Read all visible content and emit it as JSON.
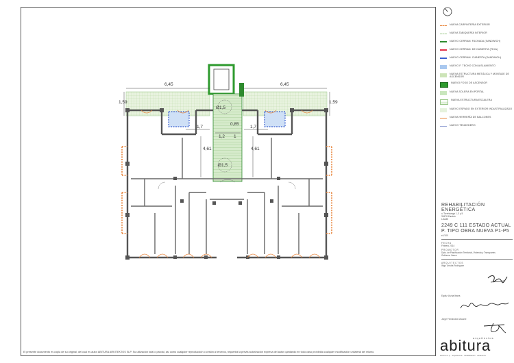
{
  "plan": {
    "dims": {
      "left_width": "6,45",
      "right_width": "6,45",
      "left_depth": "1,59",
      "right_depth": "1,59",
      "lift_dia": "Ø1,5",
      "stair_top": "0,85",
      "left_1_7": "1,7",
      "right_1_7": "1,7",
      "mid_1_2": "1,2",
      "mid_1": "1",
      "left_4_61": "4,61",
      "right_4_61": "4,61",
      "lower_dia": "Ø1,5"
    }
  },
  "legend": [
    {
      "color": "#e8843a",
      "style": "dash",
      "label": "NUEVA CARPINTERÍA EXTERIOR"
    },
    {
      "color": "#9bc88a",
      "style": "dash",
      "label": "NUEVA TABIQUERÍA INTERIOR"
    },
    {
      "color": "#2e8b2e",
      "style": "thick",
      "label": "NUEVO CERRAM. FACHADA (SANDWICH)"
    },
    {
      "color": "#e0304a",
      "style": "thick",
      "label": "NUEVO CERRAM. DE CUBIERTA (TEJA)"
    },
    {
      "color": "#3a5fd0",
      "style": "thick",
      "label": "NUEVO CERRAM. CUBIERTA (SANDWICH)"
    },
    {
      "color": "#a9c8ef",
      "style": "fill",
      "label": "NUEVO F. TECHO CON AISLAMIENTO"
    },
    {
      "color": "#cde4b8",
      "style": "fill",
      "label": "NUEVA ESTRUCTURA METÁLICA Y MONTAJE DE ASCENSOR"
    },
    {
      "color": "#2e9a2e",
      "style": "box",
      "label": "NUEVO FOSO DE ASCENSOR"
    },
    {
      "color": "#c9e6bd",
      "style": "fill",
      "label": "NUEVA SOLERA EN PORTAL"
    },
    {
      "color": "#d9ecd0",
      "style": "hatch",
      "label": "NUEVA ESTRUCTURA ESCALERA"
    },
    {
      "color": "#e6f2dd",
      "style": "fill",
      "label": "NUEVO ESPADO EN EXTERIOR INDUSTRIALIZADO"
    },
    {
      "color": "#e8843a",
      "style": "thin",
      "label": "NUEVA HERRERÍA DE BALCONES"
    },
    {
      "color": "#9aa7d6",
      "style": "thin",
      "label": "NUEVO TENDEDERO"
    }
  ],
  "title_block": {
    "project": "REHABILITACIÓN ENERGÉTICA",
    "address1": "c/ Torrelavega 1, 3 y 5",
    "address2": "39478 Zaratán",
    "address3": "Lavalle",
    "sheet_title_1": "2249 C 111 ESTADO ACTUAL",
    "sheet_title_2": "P. TIPO OBRA NUEVA P1-P5",
    "scale": "e1/100",
    "date_label": "F E C H A",
    "date": "Febrero 2014",
    "promoter_label": "P R O M O T O R",
    "promoter1": "Dpto. de Planificación Territorial, Vivienda y Transportes",
    "promoter2": "Gobierno Vasco",
    "architects_label": "A R Q U I T E C T O S",
    "architect0": "Iñigo Urrutia Rodríguez",
    "architect1": "Egoitz Urzúa Ibarra",
    "architect2": "Jorge Fernández Ubaurre"
  },
  "brand": {
    "name": "abitura",
    "tag": "arquitectos",
    "sub": "abitura s.l.p. · arquitectura · rehabilitación · urbanismo"
  },
  "footer": "El presente documento es copia de su original, del cual es autor ABITURA ARKITEKTOS SLP. Su utilización total o parcial, así como cualquier reproducción o cesión a terceros, requerirá la previa autorización expresa del autor quedando en todo caso prohibida cualquier modificación unilateral del mismo."
}
